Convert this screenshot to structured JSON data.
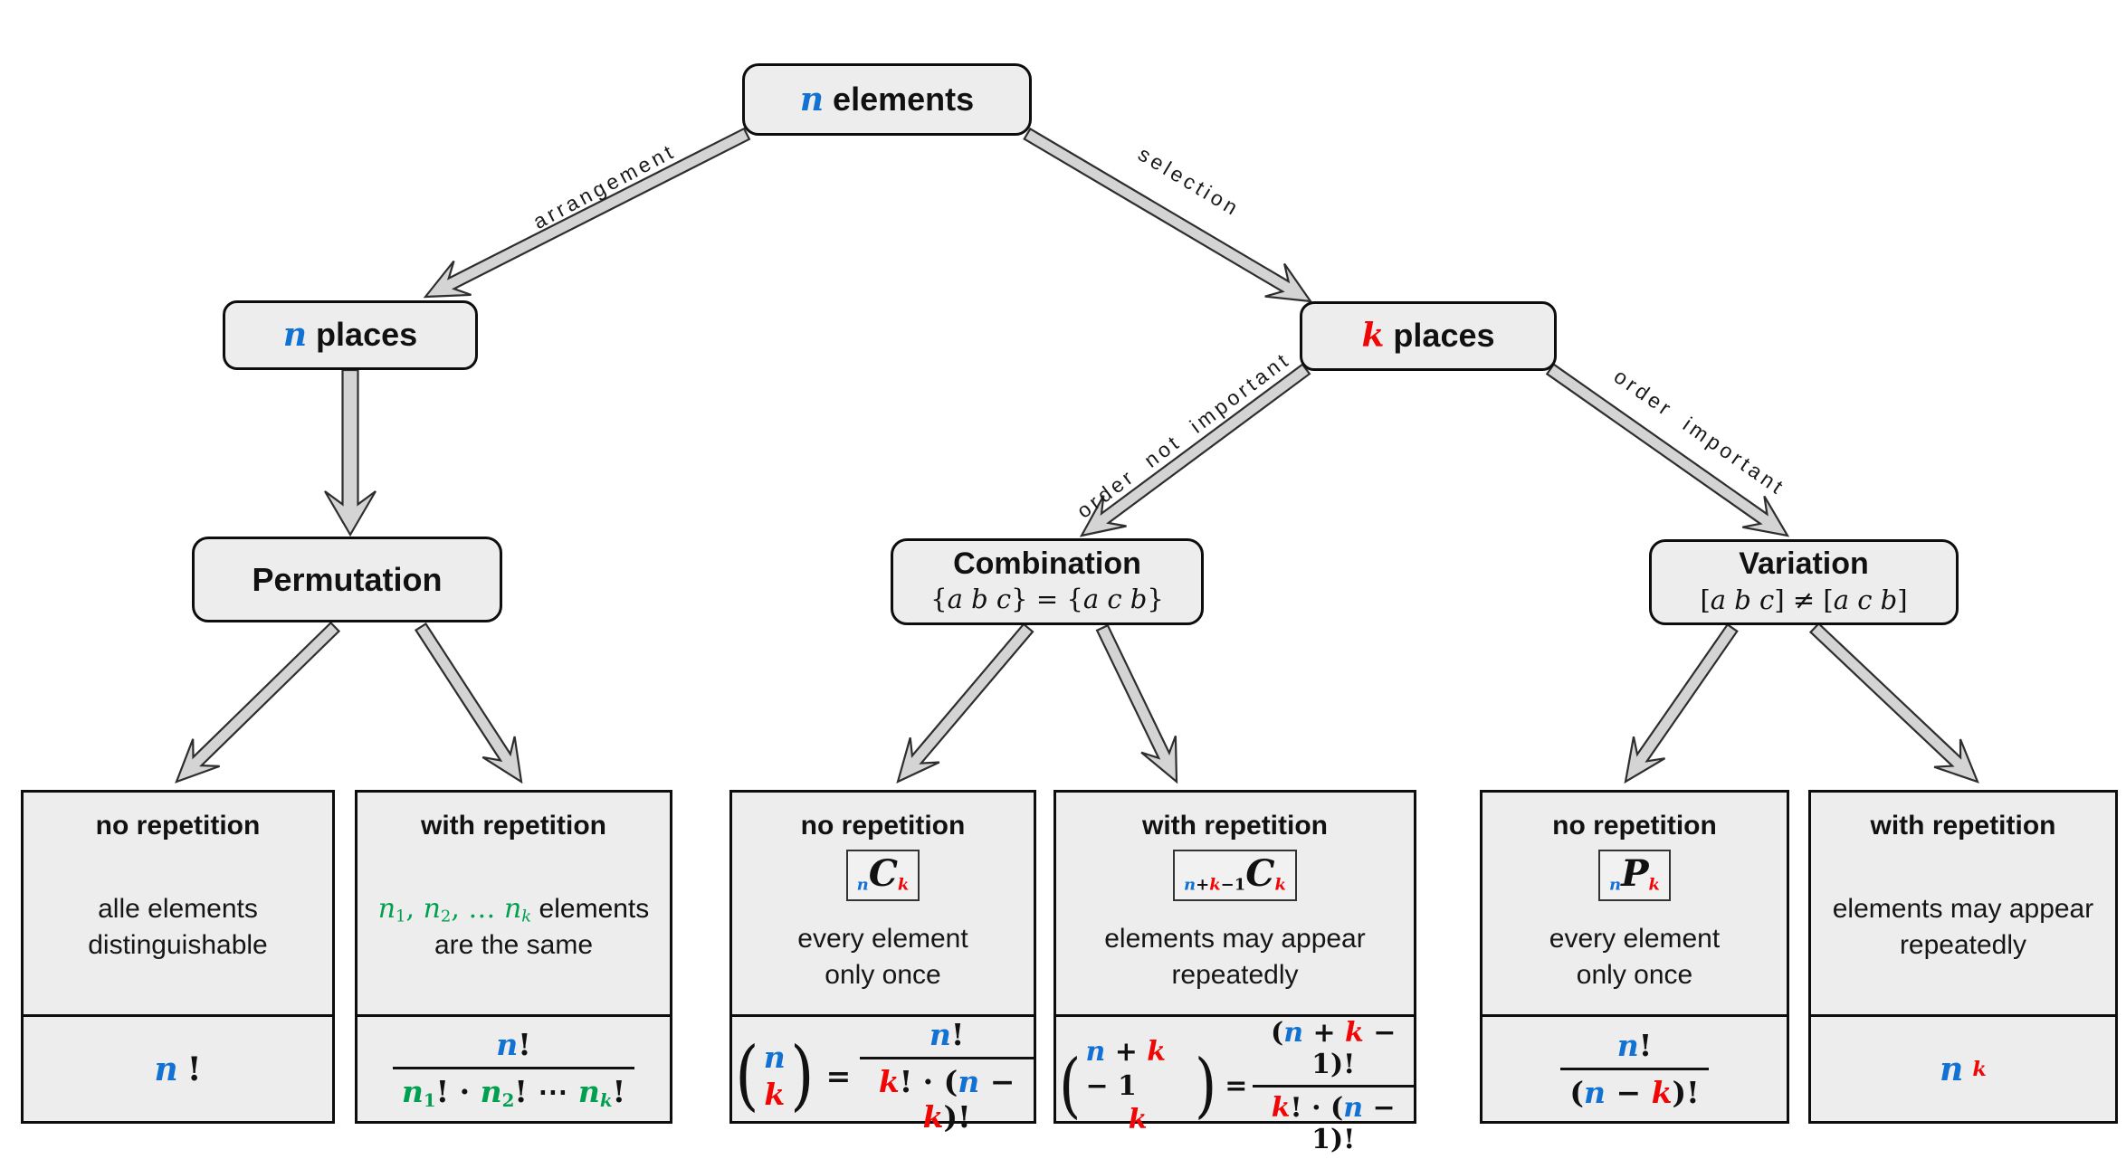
{
  "colors": {
    "blue": "#1272d3",
    "red": "#f20505",
    "green": "#00a050",
    "node_fill": "#ededed",
    "arrow_fill": "#d4d4d4"
  },
  "nodes": {
    "root": {
      "tokens": [
        {
          "t": "n",
          "c": "b"
        },
        {
          "t": " elements",
          "up": true,
          "sans": true
        }
      ]
    },
    "n_places": {
      "tokens": [
        {
          "t": "n",
          "c": "b"
        },
        {
          "t": " places",
          "up": true,
          "sans": true
        }
      ]
    },
    "k_places": {
      "tokens": [
        {
          "t": "k",
          "c": "r"
        },
        {
          "t": " places",
          "up": true,
          "sans": true
        }
      ]
    },
    "permutation": {
      "title": "Permutation"
    },
    "combination": {
      "title": "Combination",
      "subtitle": [
        {
          "t": "{",
          "up": true
        },
        {
          "t": "a b c"
        },
        {
          "t": "} = {",
          "up": true
        },
        {
          "t": "a c b"
        },
        {
          "t": "}",
          "up": true
        }
      ]
    },
    "variation": {
      "title": "Variation",
      "subtitle": [
        {
          "t": "[",
          "up": true
        },
        {
          "t": "a b c"
        },
        {
          "t": "] ≠ [",
          "up": true
        },
        {
          "t": "a c b"
        },
        {
          "t": "]",
          "up": true
        }
      ]
    }
  },
  "edge_labels": {
    "arrangement": "arrangement",
    "selection": "selection",
    "order_not_important": "order not important",
    "order_important": "order important"
  },
  "boxes": {
    "perm_no_rep": {
      "title": "no repetition",
      "desc": [
        "alle elements",
        "distinguishable"
      ],
      "formula": [
        {
          "t": "n",
          "c": "b"
        },
        {
          "t": "!",
          "up": true
        }
      ]
    },
    "perm_with_rep": {
      "title": "with repetition",
      "desc1": [
        {
          "t": "n",
          "c": "g"
        },
        {
          "t": "1",
          "c": "g",
          "sub": true,
          "up": true
        },
        {
          "t": ", ",
          "c": "g",
          "up": true
        },
        {
          "t": "n",
          "c": "g"
        },
        {
          "t": "2",
          "c": "g",
          "sub": true,
          "up": true
        },
        {
          "t": ", … ",
          "c": "g",
          "up": true
        },
        {
          "t": "n",
          "c": "g"
        },
        {
          "t": "k",
          "c": "g",
          "sub": true
        },
        {
          "t": " elements",
          "up": true,
          "sans": true
        }
      ],
      "desc2": "are the same",
      "num": [
        {
          "t": "n",
          "c": "b"
        },
        {
          "t": "!",
          "up": true
        }
      ],
      "den": [
        {
          "t": "n",
          "c": "g"
        },
        {
          "t": "1",
          "c": "g",
          "sub": true,
          "up": true
        },
        {
          "t": "! · ",
          "up": true
        },
        {
          "t": "n",
          "c": "g"
        },
        {
          "t": "2",
          "c": "g",
          "sub": true,
          "up": true
        },
        {
          "t": "! ⋯ ",
          "up": true
        },
        {
          "t": "n",
          "c": "g"
        },
        {
          "t": "k",
          "c": "g",
          "sub": true
        },
        {
          "t": "!",
          "up": true
        }
      ]
    },
    "comb_no_rep": {
      "title": "no repetition",
      "badge": [
        {
          "t": "n",
          "c": "b",
          "sub": true
        },
        {
          "t": "C",
          "lg": true
        },
        {
          "t": "k",
          "c": "r",
          "sub": true
        }
      ],
      "desc": [
        "every element",
        "only once"
      ],
      "binom_top": [
        {
          "t": "n",
          "c": "b"
        }
      ],
      "binom_bot": [
        {
          "t": "k",
          "c": "r"
        }
      ],
      "eq": "=",
      "num": [
        {
          "t": "n",
          "c": "b"
        },
        {
          "t": "!",
          "up": true
        }
      ],
      "den": [
        {
          "t": "k",
          "c": "r"
        },
        {
          "t": "! · (",
          "up": true
        },
        {
          "t": "n",
          "c": "b"
        },
        {
          "t": " − ",
          "up": true
        },
        {
          "t": "k",
          "c": "r"
        },
        {
          "t": ")!",
          "up": true
        }
      ]
    },
    "comb_with_rep": {
      "title": "with repetition",
      "badge": [
        {
          "t": "n",
          "c": "b",
          "sub": true
        },
        {
          "t": "+",
          "sub": true,
          "up": true
        },
        {
          "t": "k",
          "c": "r",
          "sub": true
        },
        {
          "t": "−1",
          "sub": true,
          "up": true
        },
        {
          "t": "C",
          "lg": true
        },
        {
          "t": "k",
          "c": "r",
          "sub": true
        }
      ],
      "desc": [
        "elements may appear",
        "repeatedly"
      ],
      "binom_top": [
        {
          "t": "n",
          "c": "b"
        },
        {
          "t": " + ",
          "up": true
        },
        {
          "t": "k",
          "c": "r"
        },
        {
          "t": " − 1",
          "up": true
        }
      ],
      "binom_bot": [
        {
          "t": "k",
          "c": "r"
        }
      ],
      "eq": "=",
      "num": [
        {
          "t": "(",
          "up": true
        },
        {
          "t": "n",
          "c": "b"
        },
        {
          "t": " + ",
          "up": true
        },
        {
          "t": "k",
          "c": "r"
        },
        {
          "t": " − 1)!",
          "up": true
        }
      ],
      "den": [
        {
          "t": "k",
          "c": "r"
        },
        {
          "t": "! · (",
          "up": true
        },
        {
          "t": "n",
          "c": "b"
        },
        {
          "t": " − 1)!",
          "up": true
        }
      ]
    },
    "var_no_rep": {
      "title": "no repetition",
      "badge": [
        {
          "t": "n",
          "c": "b",
          "sub": true
        },
        {
          "t": "P",
          "lg": true
        },
        {
          "t": "k",
          "c": "r",
          "sub": true
        }
      ],
      "desc": [
        "every element",
        "only once"
      ],
      "num": [
        {
          "t": "n",
          "c": "b"
        },
        {
          "t": "!",
          "up": true
        }
      ],
      "den": [
        {
          "t": "(",
          "up": true
        },
        {
          "t": "n",
          "c": "b"
        },
        {
          "t": " − ",
          "up": true
        },
        {
          "t": "k",
          "c": "r"
        },
        {
          "t": ")!",
          "up": true
        }
      ]
    },
    "var_with_rep": {
      "title": "with repetition",
      "desc": [
        "elements may appear",
        "repeatedly"
      ],
      "formula": [
        {
          "t": "n",
          "c": "b"
        },
        {
          "t": "k",
          "c": "r",
          "sup": true
        }
      ]
    }
  }
}
